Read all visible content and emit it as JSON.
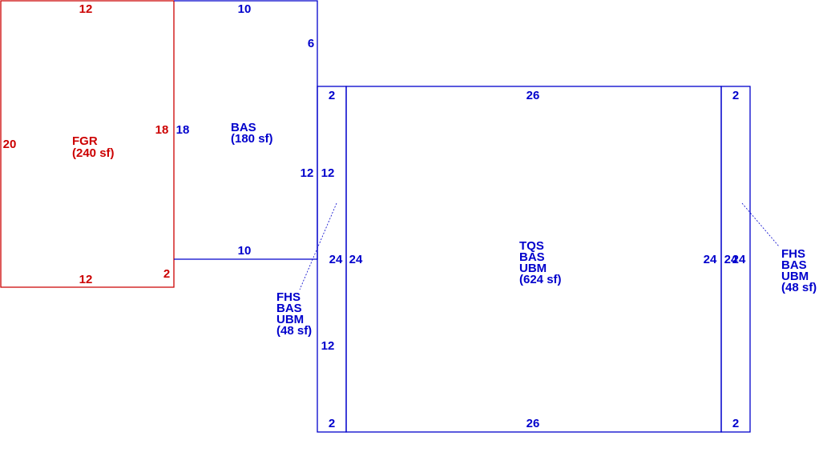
{
  "colors": {
    "blue": "#0000cc",
    "red": "#cc0000",
    "background": "#ffffff"
  },
  "areas": {
    "fgr": {
      "code": "FGR",
      "area": "(240 sf)",
      "dims": {
        "top": "12",
        "left": "20",
        "right": "18",
        "bottom": "12",
        "corner": "2"
      }
    },
    "bas_upper": {
      "code": "BAS",
      "area": "(180 sf)",
      "dims": {
        "top": "10",
        "left": "18",
        "right_upper": "6",
        "right_lower": "12",
        "bottom": "10"
      }
    },
    "tqs": {
      "line1": "TQS",
      "line2": "BAS",
      "line3": "UBM",
      "area": "(624 sf)",
      "dims": {
        "top": "26",
        "bottom": "26",
        "left": "24",
        "right": "24"
      }
    },
    "fhs_left": {
      "line1": "FHS",
      "line2": "BAS",
      "line3": "UBM",
      "area": "(48 sf)",
      "dims": {
        "top": "2",
        "bottom": "2",
        "left_upper": "12",
        "left_lower": "12",
        "right": "24",
        "inner_upper": "12"
      }
    },
    "fhs_right": {
      "line1": "FHS",
      "line2": "BAS",
      "line3": "UBM",
      "area": "(48 sf)",
      "dims": {
        "top": "2",
        "bottom": "2",
        "left": "24",
        "right": "24"
      }
    }
  }
}
